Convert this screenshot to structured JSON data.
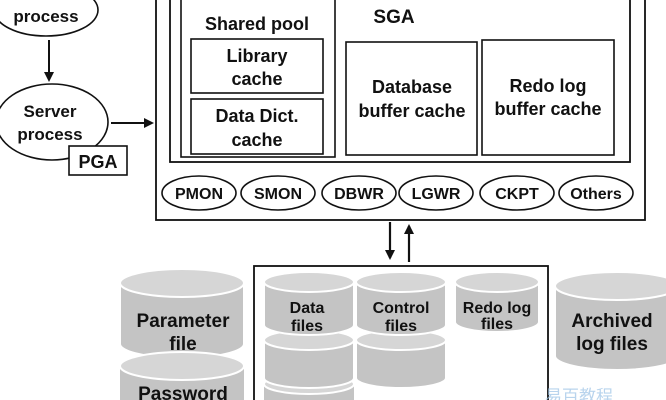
{
  "processes": {
    "user_process_label": "process",
    "server_process_line1": "Server",
    "server_process_line2": "process",
    "pga_label": "PGA"
  },
  "sga": {
    "title": "SGA",
    "shared_pool": {
      "title": "Shared pool",
      "library_cache_line1": "Library",
      "library_cache_line2": "cache",
      "data_dict_line1": "Data Dict.",
      "data_dict_line2": "cache"
    },
    "db_buffer_line1": "Database",
    "db_buffer_line2": "buffer cache",
    "redo_buffer_line1": "Redo log",
    "redo_buffer_line2": "buffer cache"
  },
  "background_processes": [
    "PMON",
    "SMON",
    "DBWR",
    "LGWR",
    "CKPT",
    "Others"
  ],
  "database_files": {
    "data_files_line1": "Data",
    "data_files_line2": "files",
    "control_files_line1": "Control",
    "control_files_line2": "files",
    "redo_log_files_line1": "Redo log",
    "redo_log_files_line2": "files"
  },
  "external_files": {
    "parameter_file_line1": "Parameter",
    "parameter_file_line2": "file",
    "password_file_line1": "Password",
    "archived_log_line1": "Archived",
    "archived_log_line2": "log files"
  },
  "watermark": "易百教程",
  "colors": {
    "cylinder_fill": "#d6d6d6",
    "cylinder_side": "#c4c4c4",
    "stroke": "#111111",
    "watermark": "#9cc3e6"
  }
}
